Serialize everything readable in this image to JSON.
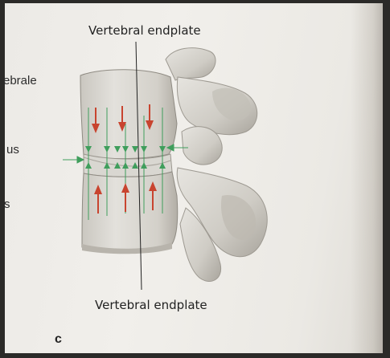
{
  "labels": {
    "top": "Vertebral endplate",
    "bottom": "Vertebral endplate"
  },
  "edge_labels": [
    "ebrale",
    "us",
    "s"
  ],
  "panel_letter": "c",
  "colors": {
    "pressure_arrows": "#c8442f",
    "force_arrows": "#3f9e5c",
    "bone": "#d8d6d0",
    "leader_line": "#222222"
  }
}
